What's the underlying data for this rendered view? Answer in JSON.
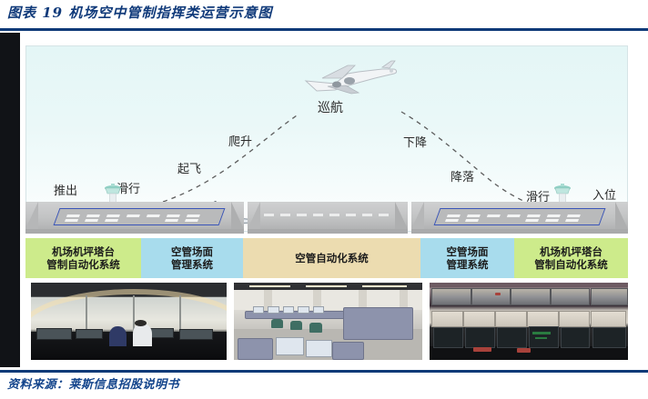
{
  "figure": {
    "title": "图表 19   机场空中管制指挥类运营示意图",
    "source": "资料来源：莱斯信息招股说明书"
  },
  "diagram": {
    "phases": [
      {
        "id": "pushback",
        "label": "推出"
      },
      {
        "id": "taxi-out",
        "label": "滑行"
      },
      {
        "id": "takeoff",
        "label": "起飞"
      },
      {
        "id": "climb",
        "label": "爬升"
      },
      {
        "id": "cruise",
        "label": "巡航"
      },
      {
        "id": "descent",
        "label": "下降"
      },
      {
        "id": "landing",
        "label": "降落"
      },
      {
        "id": "taxi-in",
        "label": "滑行"
      },
      {
        "id": "parking",
        "label": "入位"
      }
    ]
  },
  "systems": [
    {
      "id": "apron-tower-left",
      "line1": "机场机坪塔台",
      "line2": "管制自动化系统",
      "color": "#cdeb8b"
    },
    {
      "id": "surface-mgmt-left",
      "line1": "空管场面",
      "line2": "管理系统",
      "color": "#a8dced"
    },
    {
      "id": "atm-automation",
      "line1": "空管自动化系统",
      "line2": "",
      "color": "#ecdcb0"
    },
    {
      "id": "surface-mgmt-right",
      "line1": "空管场面",
      "line2": "管理系统",
      "color": "#a8dced"
    },
    {
      "id": "apron-tower-right",
      "line1": "机场机坪塔台",
      "line2": "管制自动化系统",
      "color": "#cdeb8b"
    }
  ],
  "photos": [
    {
      "id": "control-tower-interior",
      "caption": ""
    },
    {
      "id": "atc-operations-room",
      "caption": ""
    },
    {
      "id": "remote-tower-displays",
      "caption": ""
    }
  ],
  "colors": {
    "rule": "#0e3a78",
    "title_text": "#103a7a",
    "sky_top": "#e4f6f6",
    "ground": "#c2c3c4",
    "apron_outline": "#3a55b8"
  }
}
